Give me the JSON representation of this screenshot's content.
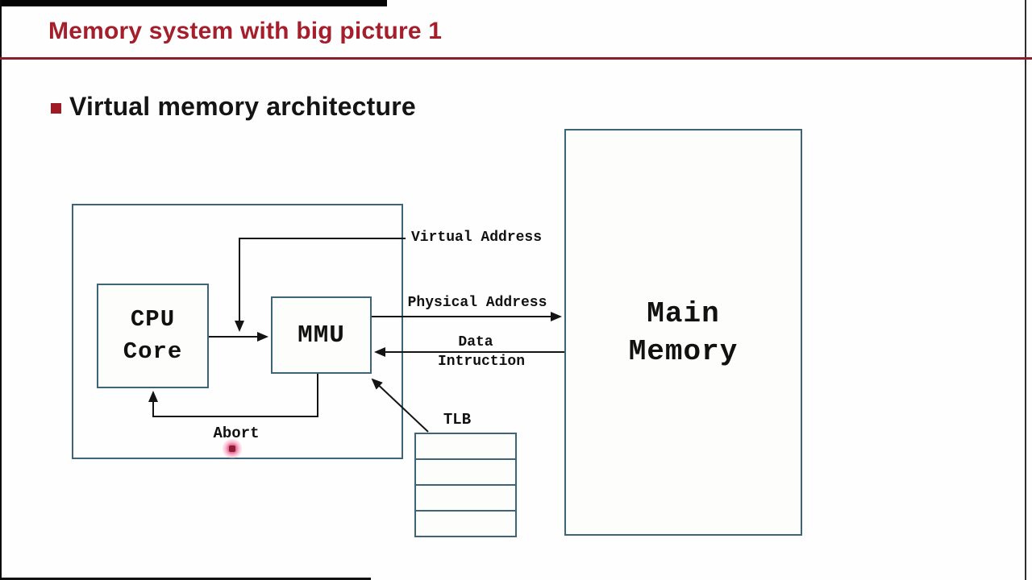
{
  "title": "Memory system with big picture 1",
  "heading": "Virtual memory architecture",
  "colors": {
    "title_red": "#a41e2c",
    "rule_red": "#8c1d2a",
    "bullet_red": "#9e1b26",
    "box_border": "#3e6575",
    "arrow_black": "#141414",
    "laser_pink": "#f0699a"
  },
  "diagram": {
    "cpu_core": {
      "line1": "CPU",
      "line2": "Core"
    },
    "mmu": {
      "label": "MMU"
    },
    "main_memory": {
      "line1": "Main",
      "line2": "Memory"
    },
    "tlb": {
      "label": "TLB",
      "row_count": 4
    },
    "edges": {
      "virtual_address": "Virtual Address",
      "physical_address": "Physical Address",
      "data_line1": "Data",
      "data_line2": "Intruction",
      "abort": "Abort"
    }
  }
}
